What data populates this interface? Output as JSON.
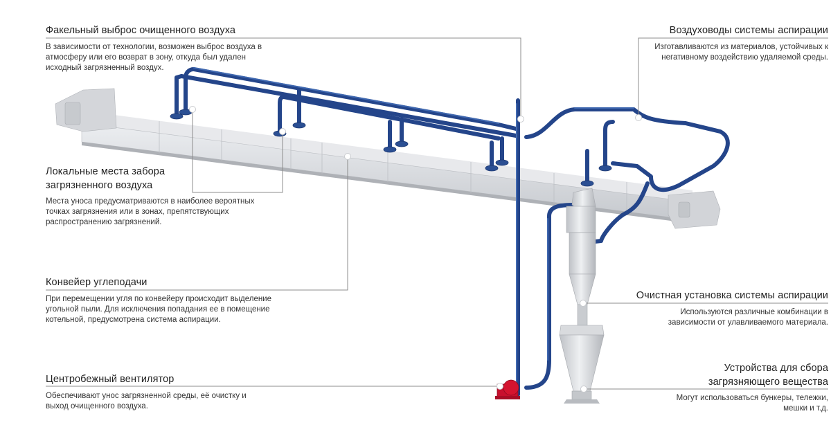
{
  "callouts": {
    "flare": {
      "title": "Факельный выброс очищенного воздуха",
      "text": "В зависимости от технологии, возможен выброс воздуха в атмосферу или его возврат в зону, откуда был удален исходный загрязненный воздух."
    },
    "local": {
      "title": "Локальные места забора загрязненного воздуха",
      "text": "Места уноса предусматриваются в наиболее вероятных точках загрязнения или в зонах, препятствующих распространению загрязнений."
    },
    "conveyor": {
      "title": "Конвейер углеподачи",
      "text": "При перемещении угля по конвейеру происходит выделение угольной пыли. Для исключения попадания ее в помещение котельной, предусмотрена система аспирации."
    },
    "fan": {
      "title": "Центробежный вентилятор",
      "text": "Обеспечивают унос загрязненной среды, её очистку и выход очищенного воздуха."
    },
    "ducts": {
      "title": "Воздуховоды системы аспирации",
      "text": "Изготавливаются из материалов, устойчивых к негативному воздействию удаляемой среды."
    },
    "cleaner": {
      "title": "Очистная установка системы аспирации",
      "text": "Используются различные комбинации в зависимости от улавливаемого материала."
    },
    "collector": {
      "title": "Устройства для сбора загрязняющего вещества",
      "text": "Могут использоваться бункеры, тележки, мешки и т.д."
    }
  },
  "colors": {
    "duct": "#2b4f93",
    "duct_highlight": "#4a74bd",
    "conveyor": "#d9dadd",
    "conveyor_shadow": "#b7b9be",
    "fan": "#c8102e",
    "leader": "#8c8c8c"
  },
  "icons": {
    "marker": "white-dot-marker",
    "fan": "centrifugal-fan-icon"
  }
}
